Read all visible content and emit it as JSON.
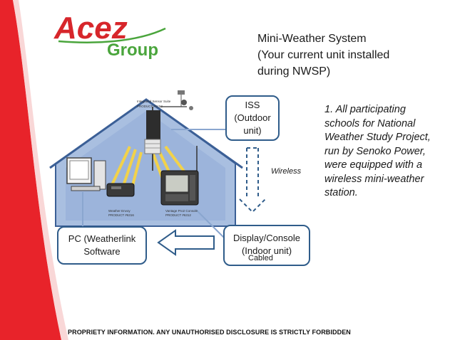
{
  "logo": {
    "brand": "Acez",
    "sub": "Group",
    "red": "#d7262b",
    "green": "#4aa53c"
  },
  "title": {
    "line1": "Mini-Weather System",
    "line2": "(Your current unit installed",
    "line3": "during NWSP)"
  },
  "iss_box": {
    "line1": "ISS",
    "line2": "(Outdoor",
    "line3": "unit)"
  },
  "display_box": {
    "line1": "Display/Console",
    "line2": "(Indoor unit)"
  },
  "pc_box": {
    "line1": "PC (Weatherlink",
    "line2": "Software"
  },
  "labels": {
    "wireless": "Wireless",
    "cabled": "Cabled"
  },
  "note": {
    "lines": [
      "1. All participating",
      "schools for National",
      "Weather Study Project,",
      "run by Senoko Power,",
      "were equipped with a",
      "wireless mini-weather",
      "station."
    ]
  },
  "illustration": {
    "sensor_label": "Integrated Sensor Suite",
    "sensor_product": "PRODUCT #6152",
    "envoy_label": "Weather Envoy",
    "envoy_product": "PRODUCT #6316",
    "console_label": "Vantage Pro2 Console",
    "console_product": "PRODUCT #6312"
  },
  "footer": "PROPRIETY INFORMATION. ANY UNAUTHORISED DISCLOSURE IS STRICTLY FORBIDDEN",
  "colors": {
    "accent_red": "#e8232a",
    "box_border": "#2f5c8a",
    "house_blue": "#8aa6cf"
  }
}
